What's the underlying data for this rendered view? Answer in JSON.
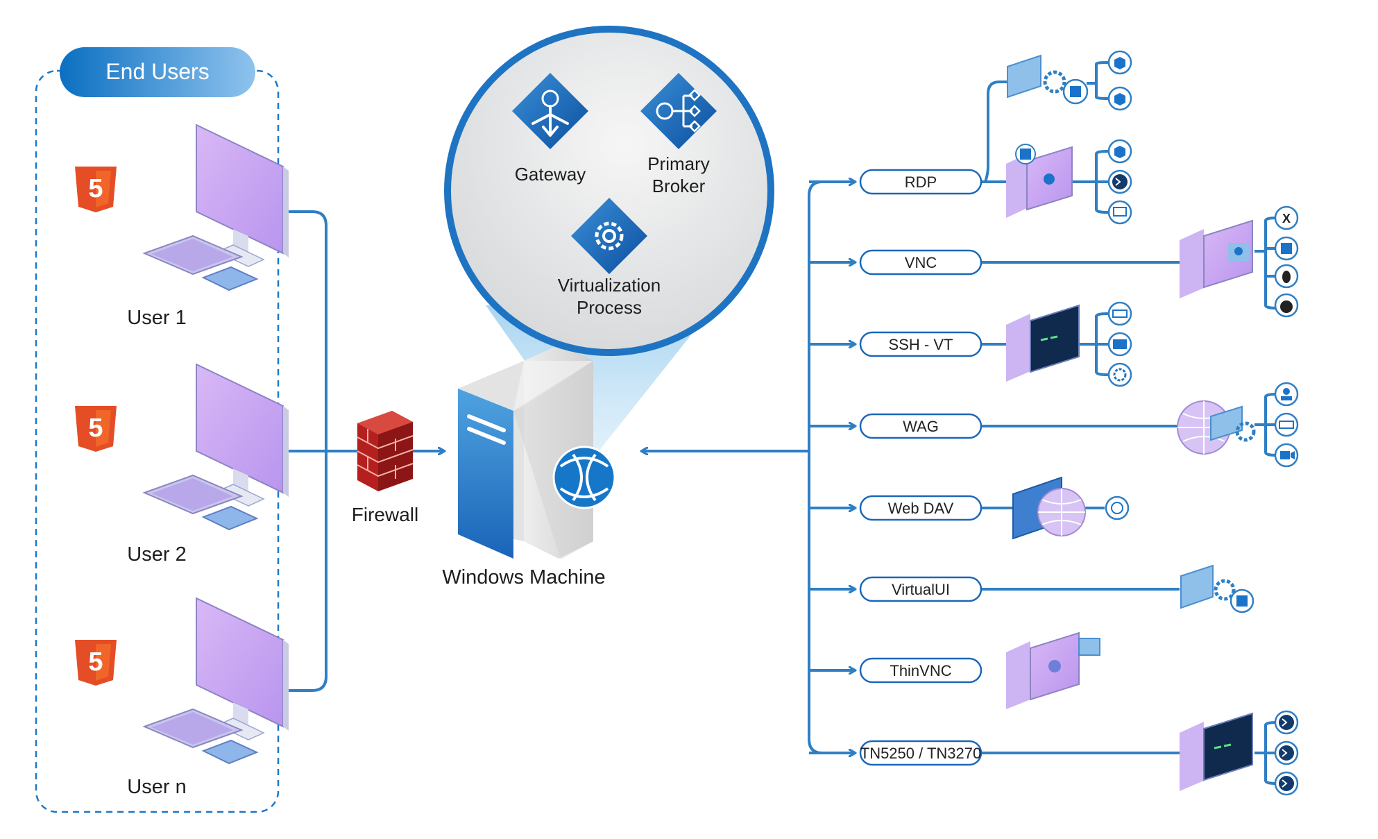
{
  "group": {
    "title": "End Users"
  },
  "users": [
    {
      "label": "User 1"
    },
    {
      "label": "User 2"
    },
    {
      "label": "User n"
    }
  ],
  "firewall": {
    "label": "Firewall"
  },
  "server": {
    "label": "Windows Machine"
  },
  "services": [
    {
      "line1": "Gateway",
      "line2": ""
    },
    {
      "line1": "Primary",
      "line2": "Broker"
    },
    {
      "line1": "Virtualization",
      "line2": "Process"
    }
  ],
  "protocols": [
    {
      "label": "RDP"
    },
    {
      "label": "VNC"
    },
    {
      "label": "SSH - VT"
    },
    {
      "label": "WAG"
    },
    {
      "label": "Web DAV"
    },
    {
      "label": "VirtualUI"
    },
    {
      "label": "ThinVNC"
    },
    {
      "label": "TN5250 / TN3270"
    }
  ],
  "colors": {
    "line": "#2f7fc4",
    "accent": "#1565c0",
    "html5": "#e44d26",
    "screen": "#c9a8f0",
    "firewall": "#b5201f"
  }
}
